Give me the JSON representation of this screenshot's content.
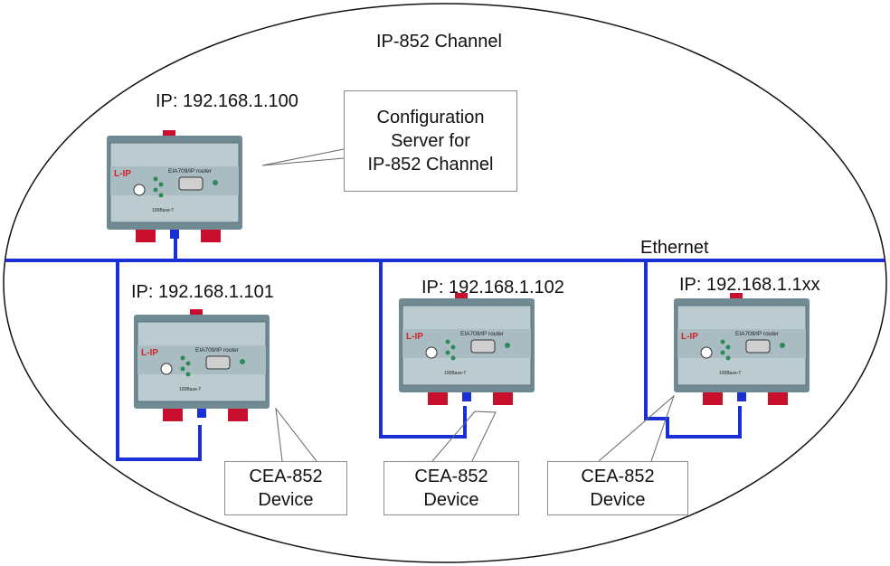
{
  "channel": {
    "title": "IP-852 Channel",
    "network_label": "Ethernet"
  },
  "routers": [
    {
      "ip_label": "IP: 192.168.1.100",
      "brand": "L-IP",
      "model": "EIA709/IP router",
      "ethernet_label": "100Base-T"
    },
    {
      "ip_label": "IP: 192.168.1.101",
      "brand": "L-IP",
      "model": "EIA709/IP router",
      "ethernet_label": "100Base-T"
    },
    {
      "ip_label": "IP: 192.168.1.102",
      "brand": "L-IP",
      "model": "EIA709/IP router",
      "ethernet_label": "100Base-T"
    },
    {
      "ip_label": "IP: 192.168.1.1xx",
      "brand": "L-IP",
      "model": "EIA709/IP router",
      "ethernet_label": "100Base-T"
    }
  ],
  "callouts": {
    "config_server": "Configuration\nServer for\nIP-852 Channel",
    "device_1": "CEA-852\nDevice",
    "device_2": "CEA-852\nDevice",
    "device_3": "CEA-852\nDevice"
  },
  "colors": {
    "wire": "#1a2fd6",
    "device_body": "#6f8a93",
    "device_face": "#bccbd0",
    "brand_red": "#d2232a",
    "terminal_red": "#c8102e"
  }
}
